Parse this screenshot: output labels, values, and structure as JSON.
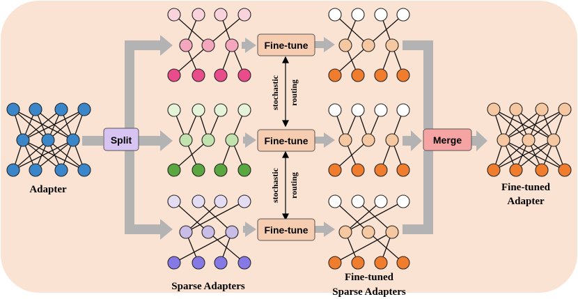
{
  "labels": {
    "adapter": "Adapter",
    "sparse_adapters": "Sparse Adapters",
    "finetuned_sparse_line1": "Fine-tuned",
    "finetuned_sparse_line2": "Sparse Adapters",
    "finetuned_adapter_line1": "Fine-tuned",
    "finetuned_adapter_line2": "Adapter"
  },
  "boxes": {
    "split": "Split",
    "merge": "Merge",
    "finetune": "Fine-tune"
  },
  "routing": {
    "line1": "stochastic",
    "line2": "routing"
  },
  "colors": {
    "background": "#fbe3d3",
    "arrow": "#b3b3b3",
    "split_fill": "#d8c4f2",
    "merge_fill": "#f6a3a3",
    "finetune_fill": "#f6cdb0",
    "adapter_node": "#3a86c8",
    "pink_top": "#f9d3dc",
    "pink_mid": "#f4a6bd",
    "pink_bot": "#e84c8a",
    "green_top": "#e5f3d8",
    "green_mid": "#c3e3ae",
    "green_bot": "#5aa640",
    "purple_top": "#e3dcf2",
    "purple_mid": "#c9bde8",
    "purple_bot": "#8679e6",
    "tuned_top": "#ffffff",
    "tuned_mid": "#f6c8a2",
    "tuned_bot": "#f07d2e"
  }
}
